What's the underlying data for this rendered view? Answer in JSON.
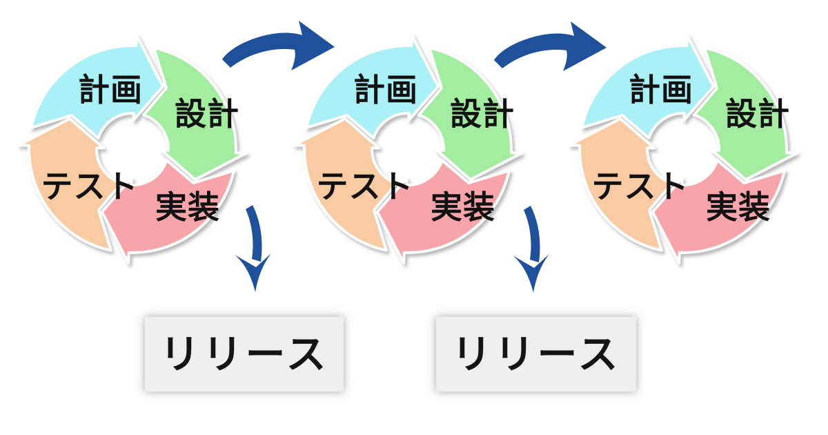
{
  "cycles": [
    {
      "labels": {
        "plan": "計画",
        "design": "設計",
        "implement": "実装",
        "test": "テスト"
      }
    },
    {
      "labels": {
        "plan": "計画",
        "design": "設計",
        "implement": "実装",
        "test": "テスト"
      }
    },
    {
      "labels": {
        "plan": "計画",
        "design": "設計",
        "implement": "実装",
        "test": "テスト"
      }
    }
  ],
  "release_boxes": [
    {
      "label": "リリース"
    },
    {
      "label": "リリース"
    }
  ],
  "colors": {
    "plan_segment": "#aaf0f7",
    "design_segment": "#a3eda0",
    "implement_segment": "#f7a5aa",
    "test_segment": "#f8cba2",
    "flow_arrow": "#1e509c",
    "release_box_background": "#efefef",
    "label_text": "#111111"
  }
}
